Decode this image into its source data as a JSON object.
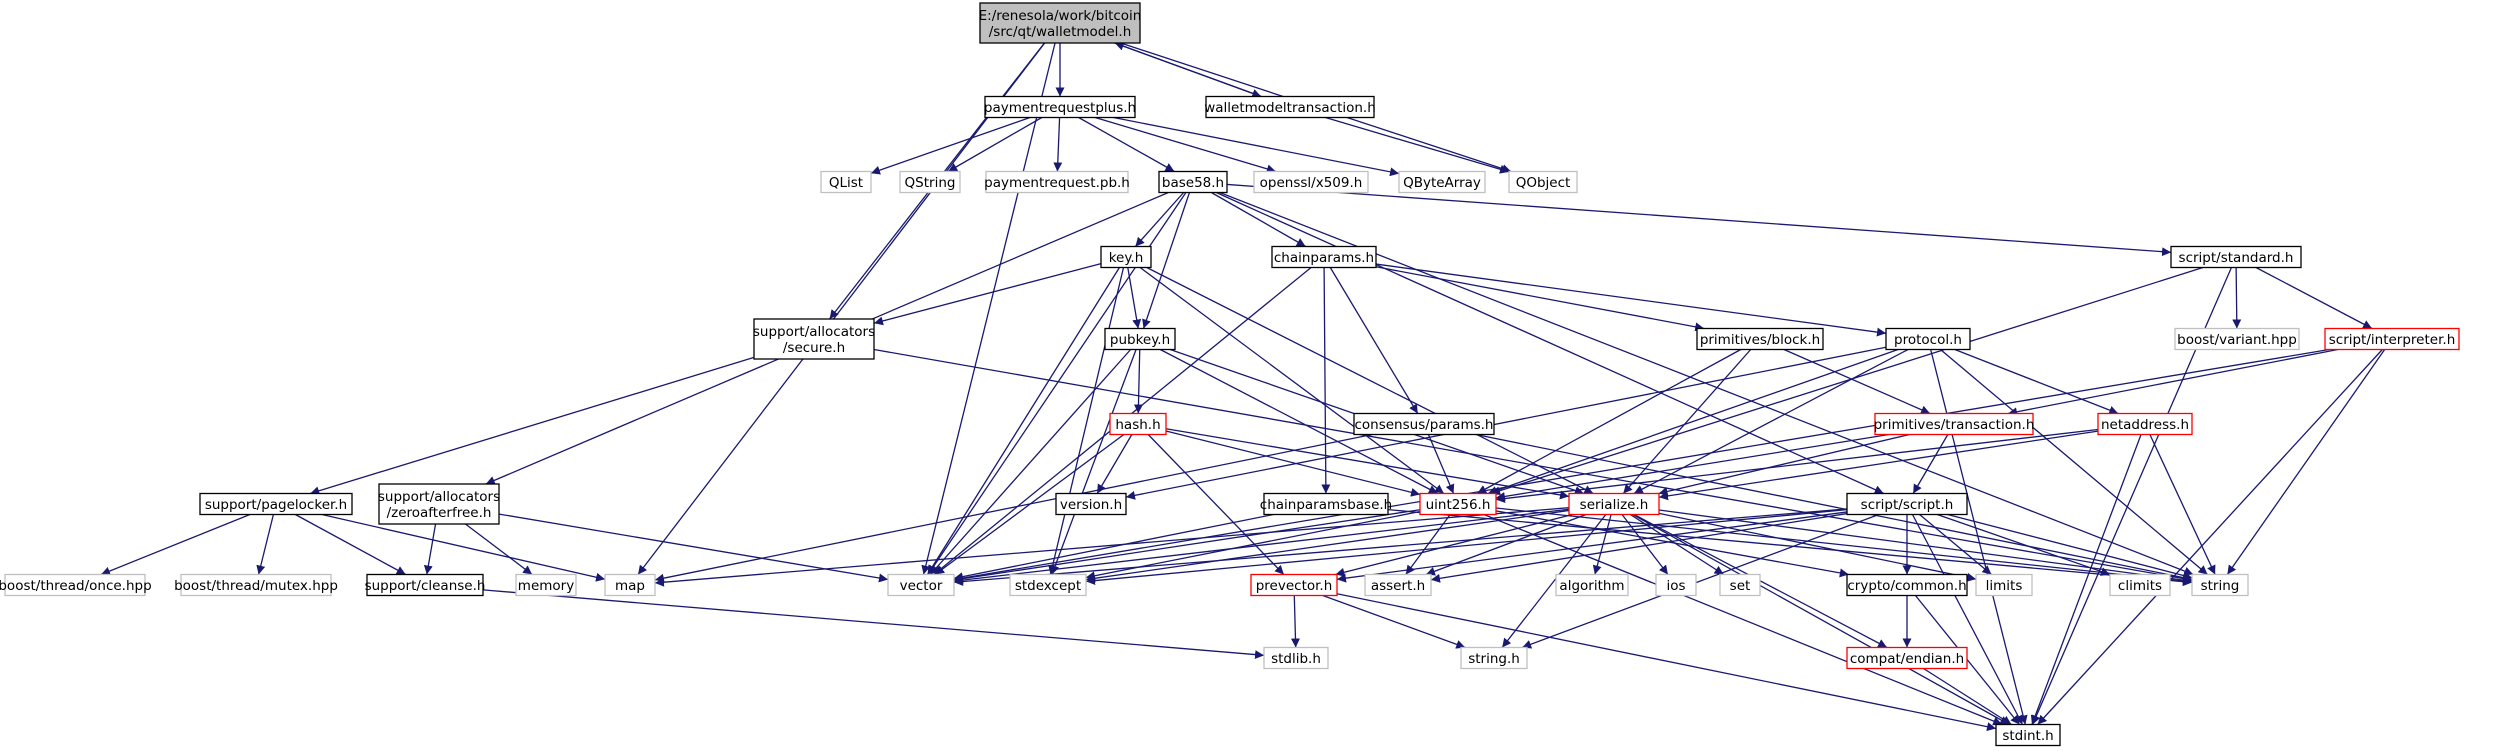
{
  "colors": {
    "root_fill": "#bfbfbf",
    "root_border": "#000000",
    "doc_border": "#000000",
    "truncated_border": "#ff0000",
    "external_border": "#bfbfbf",
    "edge": "#191970"
  },
  "nodes": [
    {
      "id": "root",
      "lines": [
        "E:/renesola/work/bitcoin",
        "/src/qt/walletmodel.h"
      ],
      "style": "root"
    },
    {
      "id": "paymentrequestplus",
      "lines": [
        "paymentrequestplus.h"
      ],
      "style": "doc"
    },
    {
      "id": "walletmodeltransaction",
      "lines": [
        "walletmodeltransaction.h"
      ],
      "style": "doc"
    },
    {
      "id": "QList",
      "lines": [
        "QList"
      ],
      "style": "ext"
    },
    {
      "id": "QString",
      "lines": [
        "QString"
      ],
      "style": "ext"
    },
    {
      "id": "paymentrequestpb",
      "lines": [
        "paymentrequest.pb.h"
      ],
      "style": "ext"
    },
    {
      "id": "base58",
      "lines": [
        "base58.h"
      ],
      "style": "doc"
    },
    {
      "id": "opensslx509",
      "lines": [
        "openssl/x509.h"
      ],
      "style": "ext"
    },
    {
      "id": "QByteArray",
      "lines": [
        "QByteArray"
      ],
      "style": "ext"
    },
    {
      "id": "QObject",
      "lines": [
        "QObject"
      ],
      "style": "ext"
    },
    {
      "id": "key",
      "lines": [
        "key.h"
      ],
      "style": "doc"
    },
    {
      "id": "chainparams",
      "lines": [
        "chainparams.h"
      ],
      "style": "doc"
    },
    {
      "id": "scriptstandard",
      "lines": [
        "script/standard.h"
      ],
      "style": "doc"
    },
    {
      "id": "secure",
      "lines": [
        "support/allocators",
        "/secure.h"
      ],
      "style": "doc"
    },
    {
      "id": "pubkey",
      "lines": [
        "pubkey.h"
      ],
      "style": "doc"
    },
    {
      "id": "primitivesblock",
      "lines": [
        "primitives/block.h"
      ],
      "style": "doc"
    },
    {
      "id": "protocol",
      "lines": [
        "protocol.h"
      ],
      "style": "doc"
    },
    {
      "id": "boostvariant",
      "lines": [
        "boost/variant.hpp"
      ],
      "style": "ext"
    },
    {
      "id": "interpreter",
      "lines": [
        "script/interpreter.h"
      ],
      "style": "trunc"
    },
    {
      "id": "hash",
      "lines": [
        "hash.h"
      ],
      "style": "trunc"
    },
    {
      "id": "consensusparams",
      "lines": [
        "consensus/params.h"
      ],
      "style": "doc"
    },
    {
      "id": "primitivestx",
      "lines": [
        "primitives/transaction.h"
      ],
      "style": "trunc"
    },
    {
      "id": "netaddress",
      "lines": [
        "netaddress.h"
      ],
      "style": "trunc"
    },
    {
      "id": "pagelocker",
      "lines": [
        "support/pagelocker.h"
      ],
      "style": "doc"
    },
    {
      "id": "zeroafterfree",
      "lines": [
        "support/allocators",
        "/zeroafterfree.h"
      ],
      "style": "doc"
    },
    {
      "id": "version",
      "lines": [
        "version.h"
      ],
      "style": "doc"
    },
    {
      "id": "chainparamsbase",
      "lines": [
        "chainparamsbase.h"
      ],
      "style": "doc"
    },
    {
      "id": "uint256",
      "lines": [
        "uint256.h"
      ],
      "style": "trunc"
    },
    {
      "id": "serialize",
      "lines": [
        "serialize.h"
      ],
      "style": "trunc"
    },
    {
      "id": "scriptscript",
      "lines": [
        "script/script.h"
      ],
      "style": "doc"
    },
    {
      "id": "boostonce",
      "lines": [
        "boost/thread/once.hpp"
      ],
      "style": "ext"
    },
    {
      "id": "boostmutex",
      "lines": [
        "boost/thread/mutex.hpp"
      ],
      "style": "ext"
    },
    {
      "id": "cleanse",
      "lines": [
        "support/cleanse.h"
      ],
      "style": "doc"
    },
    {
      "id": "memory",
      "lines": [
        "memory"
      ],
      "style": "ext"
    },
    {
      "id": "map",
      "lines": [
        "map"
      ],
      "style": "ext"
    },
    {
      "id": "vector",
      "lines": [
        "vector"
      ],
      "style": "ext"
    },
    {
      "id": "stdexcept",
      "lines": [
        "stdexcept"
      ],
      "style": "ext"
    },
    {
      "id": "prevector",
      "lines": [
        "prevector.h"
      ],
      "style": "trunc"
    },
    {
      "id": "assert",
      "lines": [
        "assert.h"
      ],
      "style": "ext"
    },
    {
      "id": "algorithm",
      "lines": [
        "algorithm"
      ],
      "style": "ext"
    },
    {
      "id": "ios",
      "lines": [
        "ios"
      ],
      "style": "ext"
    },
    {
      "id": "set",
      "lines": [
        "set"
      ],
      "style": "ext"
    },
    {
      "id": "cryptocommon",
      "lines": [
        "crypto/common.h"
      ],
      "style": "doc"
    },
    {
      "id": "limits",
      "lines": [
        "limits"
      ],
      "style": "ext"
    },
    {
      "id": "climits",
      "lines": [
        "climits"
      ],
      "style": "ext"
    },
    {
      "id": "string",
      "lines": [
        "string"
      ],
      "style": "ext"
    },
    {
      "id": "stdlib",
      "lines": [
        "stdlib.h"
      ],
      "style": "ext"
    },
    {
      "id": "stringh",
      "lines": [
        "string.h"
      ],
      "style": "ext"
    },
    {
      "id": "compatendian",
      "lines": [
        "compat/endian.h"
      ],
      "style": "trunc"
    },
    {
      "id": "stdint",
      "lines": [
        "stdint.h"
      ],
      "style": "doc"
    }
  ],
  "edges": [
    [
      "root",
      "paymentrequestplus"
    ],
    [
      "root",
      "walletmodeltransaction"
    ],
    [
      "root",
      "QObject"
    ],
    [
      "root",
      "secure"
    ],
    [
      "root",
      "map"
    ],
    [
      "root",
      "vector"
    ],
    [
      "walletmodeltransaction",
      "root"
    ],
    [
      "walletmodeltransaction",
      "QObject"
    ],
    [
      "paymentrequestplus",
      "QList"
    ],
    [
      "paymentrequestplus",
      "QString"
    ],
    [
      "paymentrequestplus",
      "paymentrequestpb"
    ],
    [
      "paymentrequestplus",
      "base58"
    ],
    [
      "paymentrequestplus",
      "opensslx509"
    ],
    [
      "paymentrequestplus",
      "QByteArray"
    ],
    [
      "base58",
      "key"
    ],
    [
      "base58",
      "chainparams"
    ],
    [
      "base58",
      "scriptstandard"
    ],
    [
      "base58",
      "pubkey"
    ],
    [
      "base58",
      "zeroafterfree"
    ],
    [
      "base58",
      "scriptscript"
    ],
    [
      "base58",
      "string"
    ],
    [
      "base58",
      "vector"
    ],
    [
      "key",
      "secure"
    ],
    [
      "key",
      "pubkey"
    ],
    [
      "key",
      "uint256"
    ],
    [
      "key",
      "serialize"
    ],
    [
      "key",
      "stdexcept"
    ],
    [
      "key",
      "vector"
    ],
    [
      "chainparams",
      "consensusparams"
    ],
    [
      "chainparams",
      "chainparamsbase"
    ],
    [
      "chainparams",
      "primitivesblock"
    ],
    [
      "chainparams",
      "protocol"
    ],
    [
      "chainparams",
      "vector"
    ],
    [
      "scriptstandard",
      "boostvariant"
    ],
    [
      "scriptstandard",
      "interpreter"
    ],
    [
      "scriptstandard",
      "uint256"
    ],
    [
      "scriptstandard",
      "stdint"
    ],
    [
      "secure",
      "pagelocker"
    ],
    [
      "secure",
      "string"
    ],
    [
      "pubkey",
      "hash"
    ],
    [
      "pubkey",
      "serialize"
    ],
    [
      "pubkey",
      "uint256"
    ],
    [
      "pubkey",
      "stdexcept"
    ],
    [
      "pubkey",
      "vector"
    ],
    [
      "primitivesblock",
      "primitivestx"
    ],
    [
      "primitivesblock",
      "serialize"
    ],
    [
      "primitivesblock",
      "uint256"
    ],
    [
      "protocol",
      "netaddress"
    ],
    [
      "protocol",
      "serialize"
    ],
    [
      "protocol",
      "uint256"
    ],
    [
      "protocol",
      "version"
    ],
    [
      "protocol",
      "stdint"
    ],
    [
      "protocol",
      "string"
    ],
    [
      "interpreter",
      "primitivestx"
    ],
    [
      "interpreter",
      "stdint"
    ],
    [
      "interpreter",
      "string"
    ],
    [
      "interpreter",
      "vector"
    ],
    [
      "hash",
      "uint256"
    ],
    [
      "hash",
      "serialize"
    ],
    [
      "hash",
      "prevector"
    ],
    [
      "hash",
      "version"
    ],
    [
      "hash",
      "vector"
    ],
    [
      "consensusparams",
      "uint256"
    ],
    [
      "consensusparams",
      "map"
    ],
    [
      "consensusparams",
      "string"
    ],
    [
      "primitivestx",
      "scriptscript"
    ],
    [
      "primitivestx",
      "serialize"
    ],
    [
      "primitivestx",
      "uint256"
    ],
    [
      "netaddress",
      "serialize"
    ],
    [
      "netaddress",
      "uint256"
    ],
    [
      "netaddress",
      "stdint"
    ],
    [
      "netaddress",
      "string"
    ],
    [
      "pagelocker",
      "boostonce"
    ],
    [
      "pagelocker",
      "boostmutex"
    ],
    [
      "pagelocker",
      "cleanse"
    ],
    [
      "pagelocker",
      "map"
    ],
    [
      "zeroafterfree",
      "cleanse"
    ],
    [
      "zeroafterfree",
      "memory"
    ],
    [
      "zeroafterfree",
      "vector"
    ],
    [
      "chainparamsbase",
      "string"
    ],
    [
      "chainparamsbase",
      "vector"
    ],
    [
      "uint256",
      "assert"
    ],
    [
      "uint256",
      "cryptocommon"
    ],
    [
      "uint256",
      "stdexcept"
    ],
    [
      "uint256",
      "stdint"
    ],
    [
      "uint256",
      "string"
    ],
    [
      "uint256",
      "vector"
    ],
    [
      "serialize",
      "prevector"
    ],
    [
      "serialize",
      "algorithm"
    ],
    [
      "serialize",
      "assert"
    ],
    [
      "serialize",
      "ios"
    ],
    [
      "serialize",
      "set"
    ],
    [
      "serialize",
      "limits"
    ],
    [
      "serialize",
      "map"
    ],
    [
      "serialize",
      "stdint"
    ],
    [
      "serialize",
      "string"
    ],
    [
      "serialize",
      "stringh"
    ],
    [
      "serialize",
      "vector"
    ],
    [
      "serialize",
      "compatendian"
    ],
    [
      "serialize",
      "stdexcept"
    ],
    [
      "scriptscript",
      "cryptocommon"
    ],
    [
      "scriptscript",
      "prevector"
    ],
    [
      "scriptscript",
      "assert"
    ],
    [
      "scriptscript",
      "climits"
    ],
    [
      "scriptscript",
      "limits"
    ],
    [
      "scriptscript",
      "stdexcept"
    ],
    [
      "scriptscript",
      "stdint"
    ],
    [
      "scriptscript",
      "string"
    ],
    [
      "scriptscript",
      "stringh"
    ],
    [
      "scriptscript",
      "vector"
    ],
    [
      "cleanse",
      "stdlib"
    ],
    [
      "prevector",
      "stdlib"
    ],
    [
      "prevector",
      "stringh"
    ],
    [
      "prevector",
      "stdint"
    ],
    [
      "cryptocommon",
      "compatendian"
    ],
    [
      "cryptocommon",
      "stdint"
    ],
    [
      "compatendian",
      "stdint"
    ]
  ]
}
